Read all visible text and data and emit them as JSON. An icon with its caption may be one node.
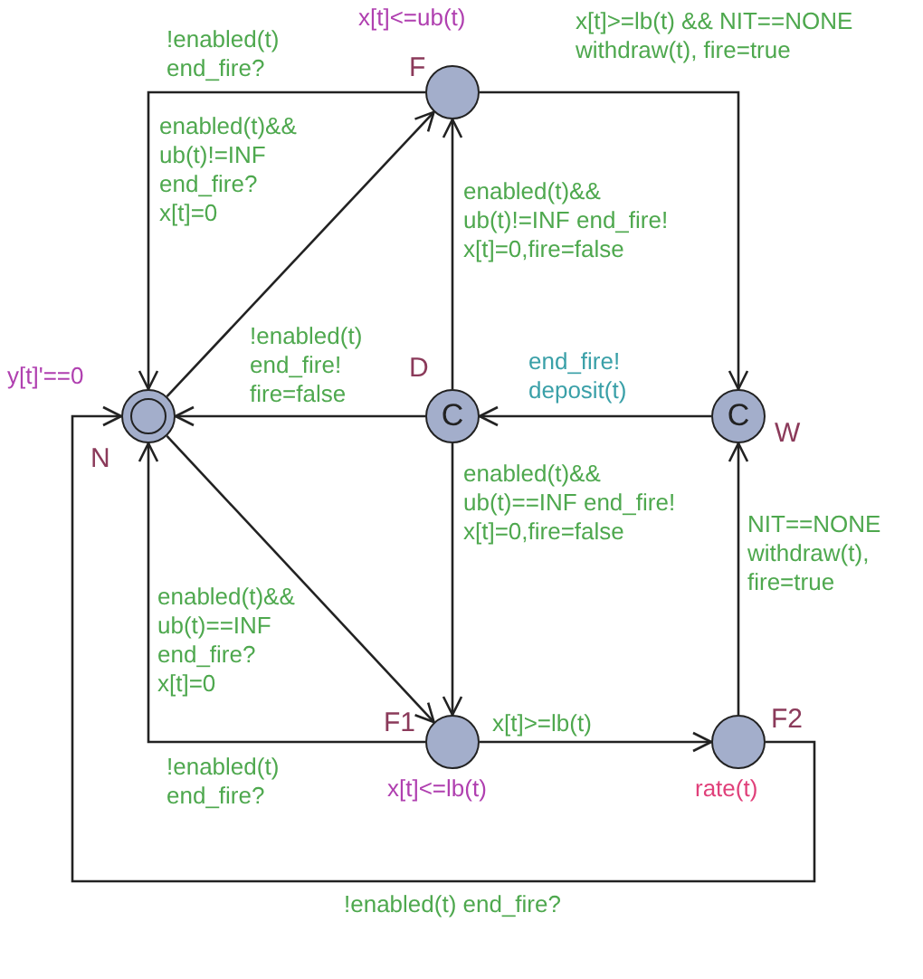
{
  "diagram": {
    "nodes": [
      {
        "text": [],
        "shape": "circle",
        "beside": [
          "x[t]<=ub(t)",
          "F"
        ]
      },
      {
        "text": [],
        "shape": "circle",
        "beside": [
          "y[t]'==0",
          "N"
        ]
      },
      {
        "text": [
          "C"
        ],
        "beside": [
          "D"
        ]
      },
      {
        "text": [
          "C"
        ],
        "beside": [
          "W"
        ]
      },
      {
        "text": [],
        "shape": "circle",
        "beside": [
          "F1",
          "x[t]<=lb(t)"
        ]
      },
      {
        "text": [],
        "shape": "circle",
        "beside": [
          "F2",
          "rate(t)"
        ]
      }
    ],
    "edges": [
      {
        "from": 0,
        "to": 1,
        "arrow": "to",
        "label": "!enabled(t) end_fire?"
      },
      {
        "from": 1,
        "to": 0,
        "arrow": "to",
        "label": "enabled(t)&& ub(t)!=INF end_fire? x[t]=0"
      },
      {
        "from": 2,
        "to": 0,
        "arrow": "to",
        "label": "enabled(t)&& ub(t)!=INF end_fire! x[t]=0,fire=false"
      },
      {
        "from": 0,
        "to": 3,
        "arrow": "to",
        "label": "x[t]>=lb(t) && NIT==NONE withdraw(t), fire=true"
      },
      {
        "from": 2,
        "to": 1,
        "arrow": "to",
        "label": "!enabled(t) end_fire! fire=false"
      },
      {
        "from": 3,
        "to": 2,
        "arrow": "to",
        "label": "end_fire! deposit(t)"
      },
      {
        "from": 1,
        "to": 4,
        "arrow": "to",
        "label": "enabled(t)&& ub(t)==INF end_fire? x[t]=0"
      },
      {
        "from": 2,
        "to": 4,
        "arrow": "to",
        "label": "enabled(t)&& ub(t)==INF end_fire! x[t]=0,fire=false"
      },
      {
        "from": 4,
        "to": 1,
        "arrow": "to",
        "label": "!enabled(t) end_fire?"
      },
      {
        "from": 4,
        "to": 5,
        "arrow": "to",
        "label": "x[t]>=lb(t)"
      },
      {
        "from": 5,
        "to": 3,
        "arrow": "to",
        "label": "NIT==NONE withdraw(t), fire=true"
      },
      {
        "from": 5,
        "to": 1,
        "arrow": "to",
        "label": "!enabled(t) end_fire?"
      }
    ]
  }
}
